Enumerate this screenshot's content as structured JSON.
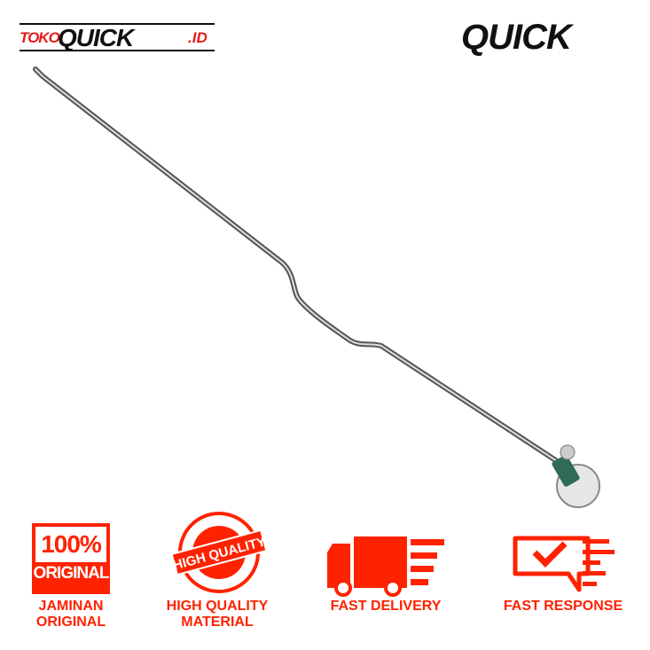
{
  "brand": {
    "left_logo": {
      "prefix": "TOKO",
      "name": "QUICK",
      "suffix": ".ID"
    },
    "right_logo": "QUICK"
  },
  "features": [
    {
      "badge": {
        "line1": "100%",
        "line2": "ORIGINAL"
      },
      "label_line1": "JAMINAN",
      "label_line2": "ORIGINAL",
      "icon": "original-badge-icon"
    },
    {
      "badge": {
        "text": "HIGH QUALITY"
      },
      "label_line1": "HIGH QUALITY",
      "label_line2": "MATERIAL",
      "icon": "quality-stamp-icon"
    },
    {
      "label_line1": "FAST DELIVERY",
      "icon": "truck-icon"
    },
    {
      "label_line1": "FAST RESPONSE",
      "icon": "chat-check-icon"
    }
  ],
  "colors": {
    "accent": "#ff2200",
    "logo_red": "#e31b1b",
    "logo_dark": "#111111"
  }
}
